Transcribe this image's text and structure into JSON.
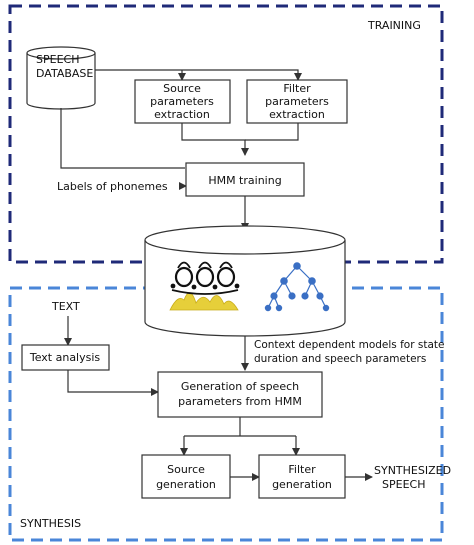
{
  "sections": {
    "training": {
      "label": "TRAINING",
      "border_color": "#1f2a78"
    },
    "synthesis": {
      "label": "SYNTHESIS",
      "border_color": "#4a86d8"
    }
  },
  "speech_database": {
    "line1": "SPEECH",
    "line2": "DATABASE"
  },
  "source_extraction": {
    "line1": "Source",
    "line2": "parameters",
    "line3": "extraction"
  },
  "filter_extraction": {
    "line1": "Filter",
    "line2": "parameters",
    "line3": "extraction"
  },
  "labels_of_phonemes": "Labels of phonemes",
  "hmm_training": "HMM training",
  "models_store": {
    "caption_line1": "Context dependent models for state",
    "caption_line2": "duration and speech parameters",
    "hmm_icon": "hmm-state-chain-icon",
    "tree_icon": "decision-tree-icon",
    "tree_color": "#3a6fc4",
    "distribution_color": "#e6cf3a"
  },
  "text_input": "TEXT",
  "text_analysis": "Text analysis",
  "generation": {
    "line1": "Generation of speech",
    "line2": "parameters from HMM"
  },
  "source_generation": {
    "line1": "Source",
    "line2": "generation"
  },
  "filter_generation": {
    "line1": "Filter",
    "line2": "generation"
  },
  "output": {
    "line1": "SYNTHESIZED",
    "line2": "SPEECH"
  }
}
